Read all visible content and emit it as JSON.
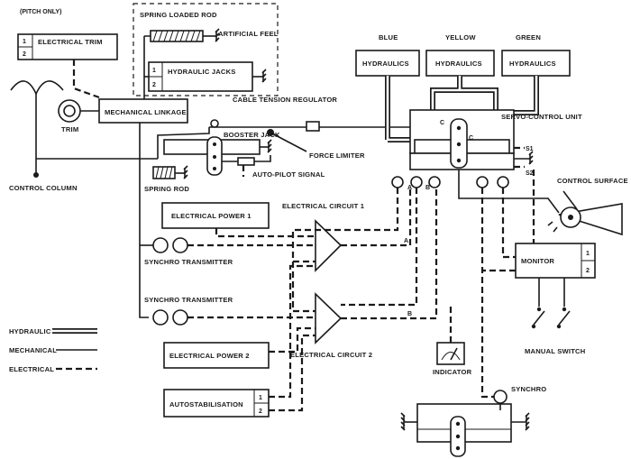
{
  "labels": {
    "pitch_only": "(PITCH ONLY)",
    "electrical_trim": "ELECTRICAL TRIM",
    "trim": "TRIM",
    "control_column": "CONTROL COLUMN",
    "spring_loaded_rod": "SPRING LOADED ROD",
    "artificial_feel": "ARTIFICIAL FEEL",
    "hydraulic_jacks": "HYDRAULIC JACKS",
    "mechanical_linkage": "MECHANICAL LINKAGE",
    "cable_tension_regulator": "CABLE TENSION REGULATOR",
    "booster_jack": "BOOSTER JACK",
    "force_limiter": "FORCE LIMITER",
    "auto_pilot_signal": "AUTO-PILOT SIGNAL",
    "spring_rod": "SPRING ROD",
    "blue": "BLUE",
    "yellow": "YELLOW",
    "green": "GREEN",
    "hydraulics": "HYDRAULICS",
    "servo_control_unit": "SERVO-CONTROL UNIT",
    "control_surface": "CONTROL SURFACE",
    "electrical_power_1": "ELECTRICAL POWER 1",
    "electrical_circuit_1": "ELECTRICAL CIRCUIT 1",
    "synchro_transmitter": "SYNCHRO TRANSMITTER",
    "monitor": "MONITOR",
    "manual_switch": "MANUAL SWITCH",
    "electrical_power_2": "ELECTRICAL POWER 2",
    "electrical_circuit_2": "ELECTRICAL CIRCUIT 2",
    "indicator": "INDICATOR",
    "autostabilisation": "AUTOSTABILISATION",
    "synchro": "SYNCHRO",
    "n1": "1",
    "n2": "2",
    "c": "C",
    "a": "A",
    "b": "B",
    "s1": "S1",
    "s2": "S2"
  },
  "legend": {
    "hydraulic": "HYDRAULIC",
    "mechanical": "MECHANICAL",
    "electrical": "ELECTRICAL"
  },
  "colors": {
    "ink": "#1a1a1a",
    "paper": "#ffffff"
  }
}
